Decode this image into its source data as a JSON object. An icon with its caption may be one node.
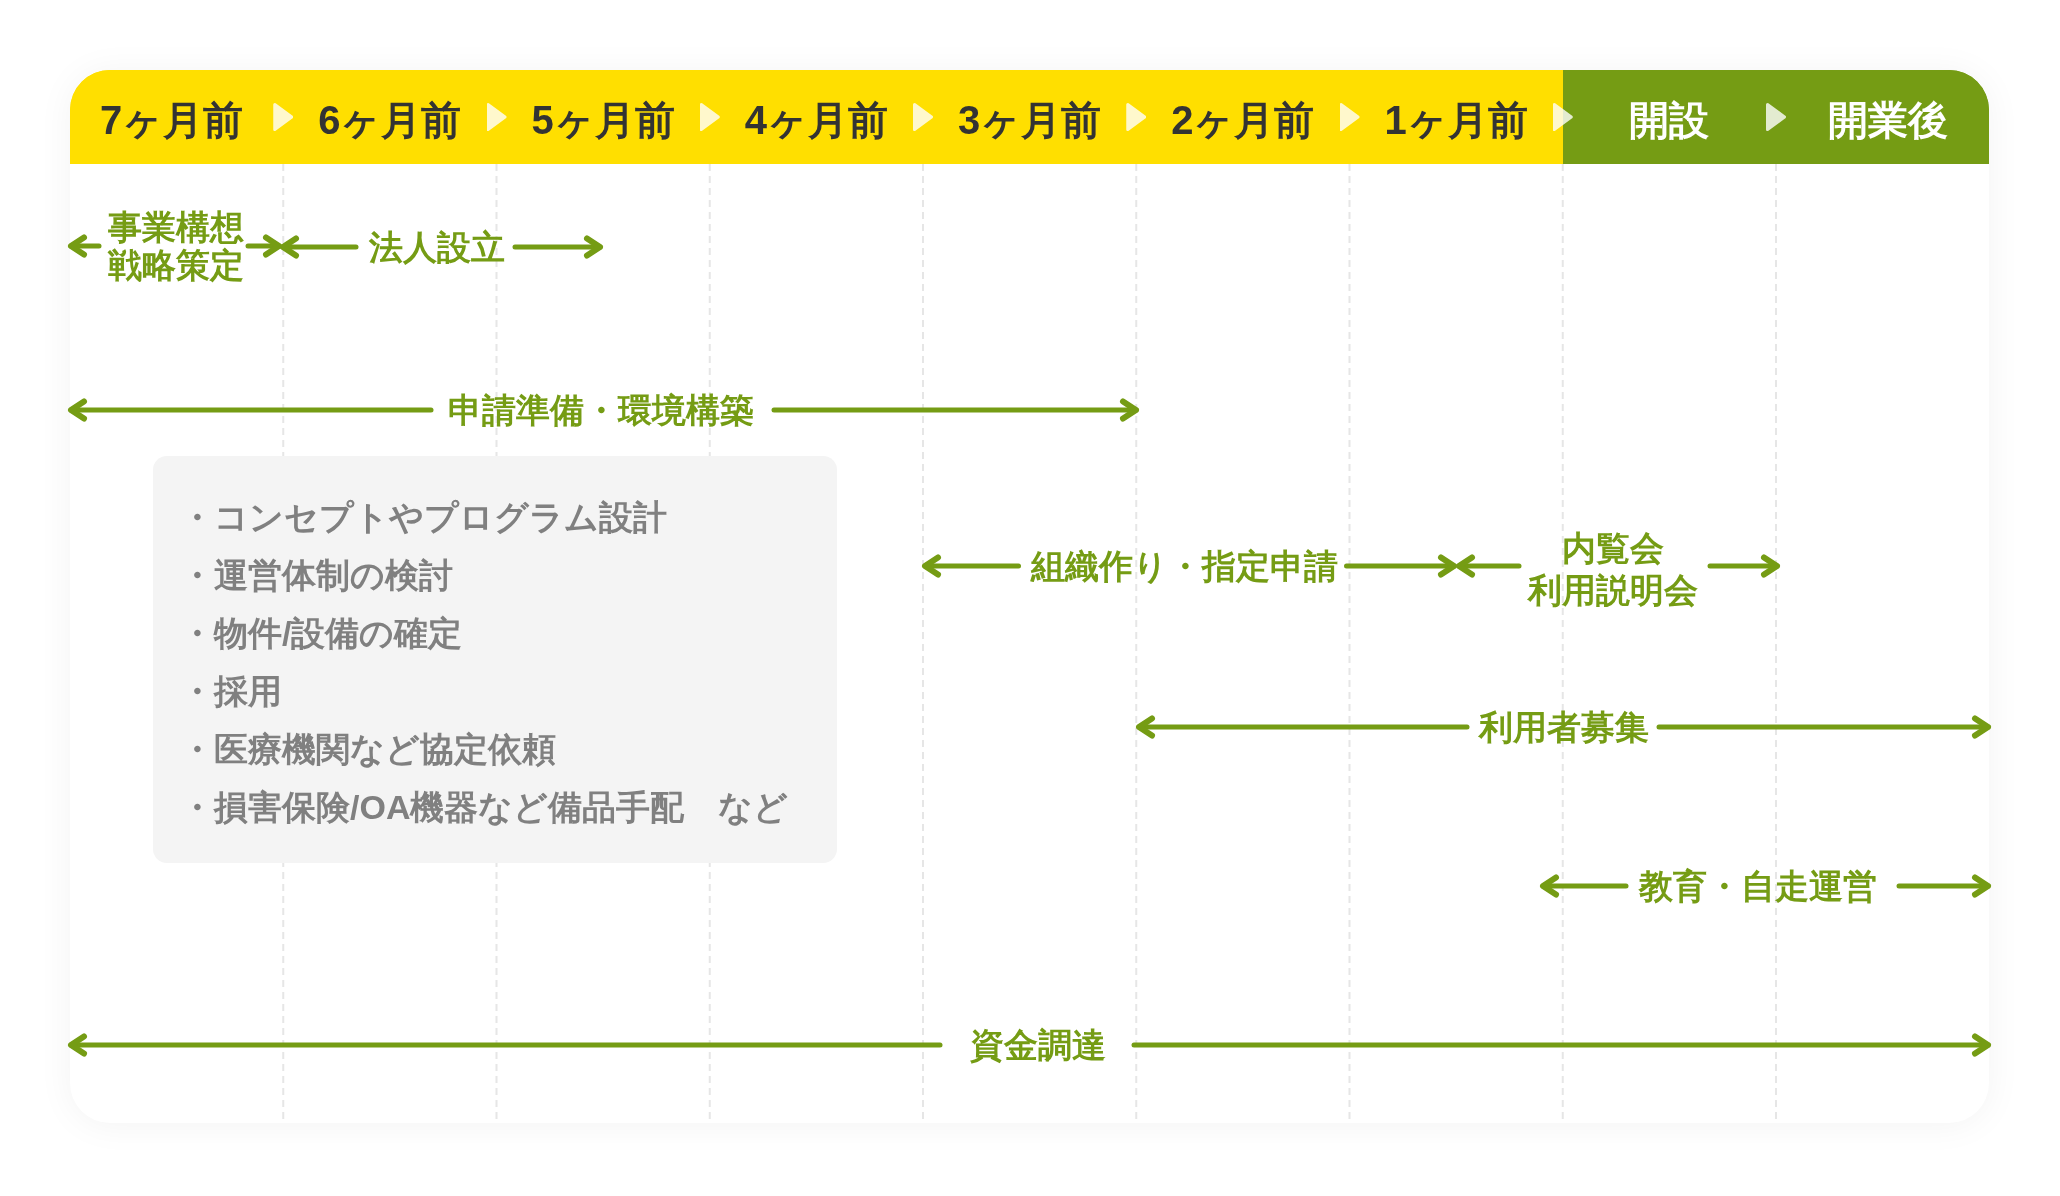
{
  "diagram": {
    "nodes": [
      {
        "text": [
          "7ヶ月前"
        ]
      },
      {
        "text": [
          "6ヶ月前"
        ]
      },
      {
        "text": [
          "5ヶ月前"
        ]
      },
      {
        "text": [
          "4ヶ月前"
        ]
      },
      {
        "text": [
          "3ヶ月前"
        ]
      },
      {
        "text": [
          "2ヶ月前"
        ]
      },
      {
        "text": [
          "1ヶ月前"
        ]
      },
      {
        "text": [
          "開設"
        ]
      },
      {
        "text": [
          "開業後"
        ]
      },
      {
        "text": [
          "・コンセプトやプログラム設計",
          "・運営体制の検討",
          "・物件/設備の確定",
          "・採用",
          "・医療機関など協定依頼",
          "・損害保険/OA機器など備品手配　など"
        ]
      }
    ],
    "edges": [
      {
        "from": 0,
        "to": 1,
        "arrow": "to",
        "color": "#ffffff"
      },
      {
        "from": 1,
        "to": 2,
        "arrow": "to",
        "color": "#ffffff"
      },
      {
        "from": 2,
        "to": 3,
        "arrow": "to",
        "color": "#ffffff"
      },
      {
        "from": 3,
        "to": 4,
        "arrow": "to",
        "color": "#ffffff"
      },
      {
        "from": 4,
        "to": 5,
        "arrow": "to",
        "color": "#ffffff"
      },
      {
        "from": 5,
        "to": 6,
        "arrow": "to",
        "color": "#ffffff"
      },
      {
        "from": 6,
        "to": 7,
        "arrow": "to",
        "color": "#ffffff"
      },
      {
        "from": 7,
        "to": 8,
        "arrow": "to",
        "color": "#ffffff"
      }
    ],
    "labels": [
      "事業構想",
      "戦略策定",
      "法人設立",
      "申請準備・環境構築",
      "組織作り・指定申請",
      "内覧会",
      "利用説明会",
      "利用者募集",
      "教育・自走運営",
      "資金調達"
    ]
  }
}
